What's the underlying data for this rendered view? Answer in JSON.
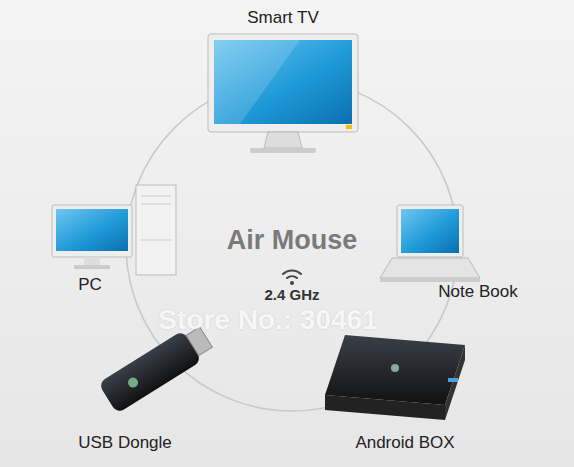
{
  "diagram": {
    "nodes": [
      {
        "text": [
          "Air Mouse",
          "2.4 GHz"
        ]
      }
    ],
    "labels": [
      "Smart TV",
      "PC",
      "Note Book",
      "USB Dongle",
      "Android BOX",
      "Store No.: 30461"
    ]
  }
}
